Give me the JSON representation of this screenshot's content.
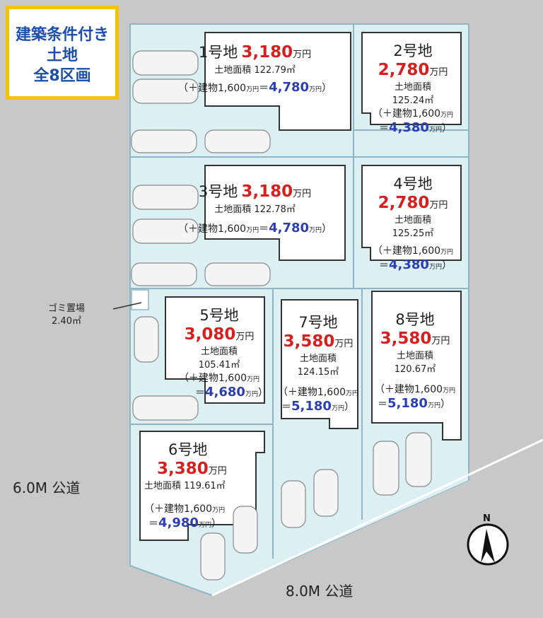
{
  "badge": {
    "line1": "建築条件付き",
    "line2": "土地",
    "line3": "全8区画"
  },
  "colors": {
    "lot_fill": "#dcf0f4",
    "lot_border": "#8fb6c4",
    "price": "#d62020",
    "total": "#2d3fb0",
    "badge_border": "#f5c400"
  },
  "unit_man": "万円",
  "area_label": "土地面積",
  "building_prefix": "（＋建物1,600",
  "lots": [
    {
      "no": "1号地",
      "price": "3,180",
      "area": "122.79㎡",
      "total": "4,780"
    },
    {
      "no": "2号地",
      "price": "2,780",
      "area": "125.24㎡",
      "total": "4,380"
    },
    {
      "no": "3号地",
      "price": "3,180",
      "area": "122.78㎡",
      "total": "4,780"
    },
    {
      "no": "4号地",
      "price": "2,780",
      "area": "125.25㎡",
      "total": "4,380"
    },
    {
      "no": "5号地",
      "price": "3,080",
      "area": "105.41㎡",
      "total": "4,680"
    },
    {
      "no": "6号地",
      "price": "3,380",
      "area": "119.61㎡",
      "total": "4,980"
    },
    {
      "no": "7号地",
      "price": "3,580",
      "area": "124.15㎡",
      "total": "5,180"
    },
    {
      "no": "8号地",
      "price": "3,580",
      "area": "120.67㎡",
      "total": "5,180"
    }
  ],
  "garbage": {
    "label": "ゴミ置場",
    "area": "2.40㎡"
  },
  "roads": {
    "west": "6.0M 公道",
    "south": "8.0M 公道"
  },
  "compass": {
    "label": "N"
  }
}
